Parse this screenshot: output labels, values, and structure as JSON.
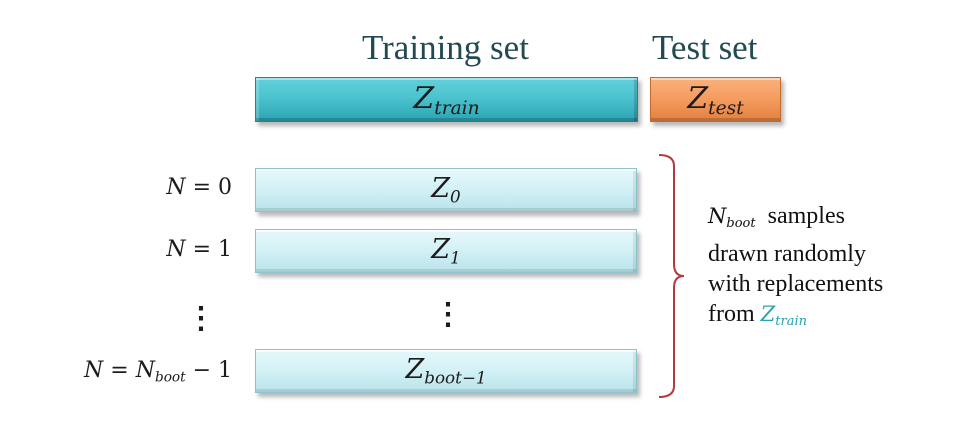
{
  "headers": {
    "training": "Training set",
    "test": "Test set"
  },
  "split": {
    "train_symbol": "Z",
    "train_subscript": "train",
    "test_symbol": "Z",
    "test_subscript": "test"
  },
  "samples": [
    {
      "label_lhs": "N",
      "label_op": " = ",
      "label_rhs": "0",
      "symbol": "Z",
      "subscript": "0"
    },
    {
      "label_lhs": "N",
      "label_op": " = ",
      "label_rhs": "1",
      "symbol": "Z",
      "subscript": "1"
    },
    {
      "label_lhs": "N",
      "label_op": " = ",
      "label_rhs_symbol": "N",
      "label_rhs_subscript": "boot",
      "label_rhs_tail": " − 1",
      "symbol": "Z",
      "subscript": "boot−1"
    }
  ],
  "ellipsis": "⋮",
  "note": {
    "symbol": "N",
    "subscript": "boot",
    "line1_text": "  samples",
    "line2": "drawn randomly",
    "line3": "with replacements",
    "line4_text": "from ",
    "line4_symbol": "Z",
    "line4_subscript": "train"
  },
  "colors": {
    "training_bar": "#4cc3cf",
    "test_bar": "#f59b5e",
    "sample_bar": "#d2f1f6",
    "bracket": "#b23a3a",
    "header_text": "#234a52",
    "highlight_text": "#2aa3ad"
  }
}
